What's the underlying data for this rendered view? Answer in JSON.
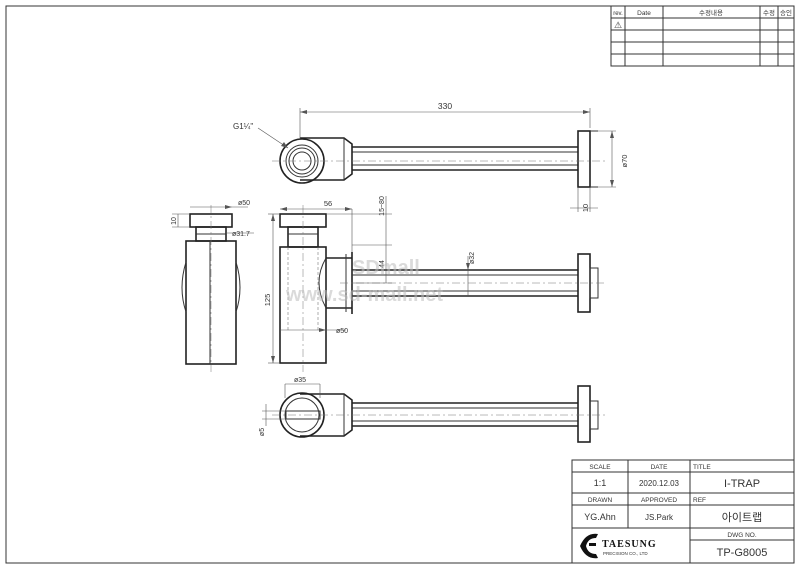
{
  "revision_table": {
    "headers": {
      "rev": "rev.",
      "date": "Date",
      "desc": "수정내용",
      "by": "수정",
      "appr": "승인"
    },
    "rows": [
      {
        "rev": "⚠",
        "date": "",
        "desc": "",
        "by": "",
        "appr": ""
      },
      {
        "rev": "",
        "date": "",
        "desc": "",
        "by": "",
        "appr": ""
      },
      {
        "rev": "",
        "date": "",
        "desc": "",
        "by": "",
        "appr": ""
      },
      {
        "rev": "",
        "date": "",
        "desc": "",
        "by": "",
        "appr": ""
      }
    ]
  },
  "dimensions": {
    "thread": "G1¼\"",
    "overall_length": "330",
    "flange_dia": "ø70",
    "flange_thk": "10",
    "cap_dia": "ø50",
    "cap_thk": "10",
    "neck_dia": "ø31.7",
    "offset": "56",
    "range": "15~80",
    "depth": "44",
    "pipe_dia": "ø32",
    "height": "125",
    "body_dia": "ø50",
    "top_dia": "ø35",
    "slot": "ø5"
  },
  "watermark": {
    "line1": "SDmall",
    "line2": "www.sd-mall.net"
  },
  "title_block": {
    "scale_label": "SCALE",
    "scale_value": "1:1",
    "date_label": "DATE",
    "date_value": "2020.12.03",
    "title_label": "TITLE",
    "title_value": "I-TRAP",
    "drawn_label": "DRAWN",
    "drawn_value": "YG.Ahn",
    "approved_label": "APPROVED",
    "approved_value": "JS.Park",
    "ref_label": "REF",
    "ref_value": "아이트랩",
    "dwg_label": "DWG NO.",
    "dwg_value": "TP-G8005",
    "company_name": "TAESUNG",
    "company_sub": "PRECISION CO., LTD"
  }
}
